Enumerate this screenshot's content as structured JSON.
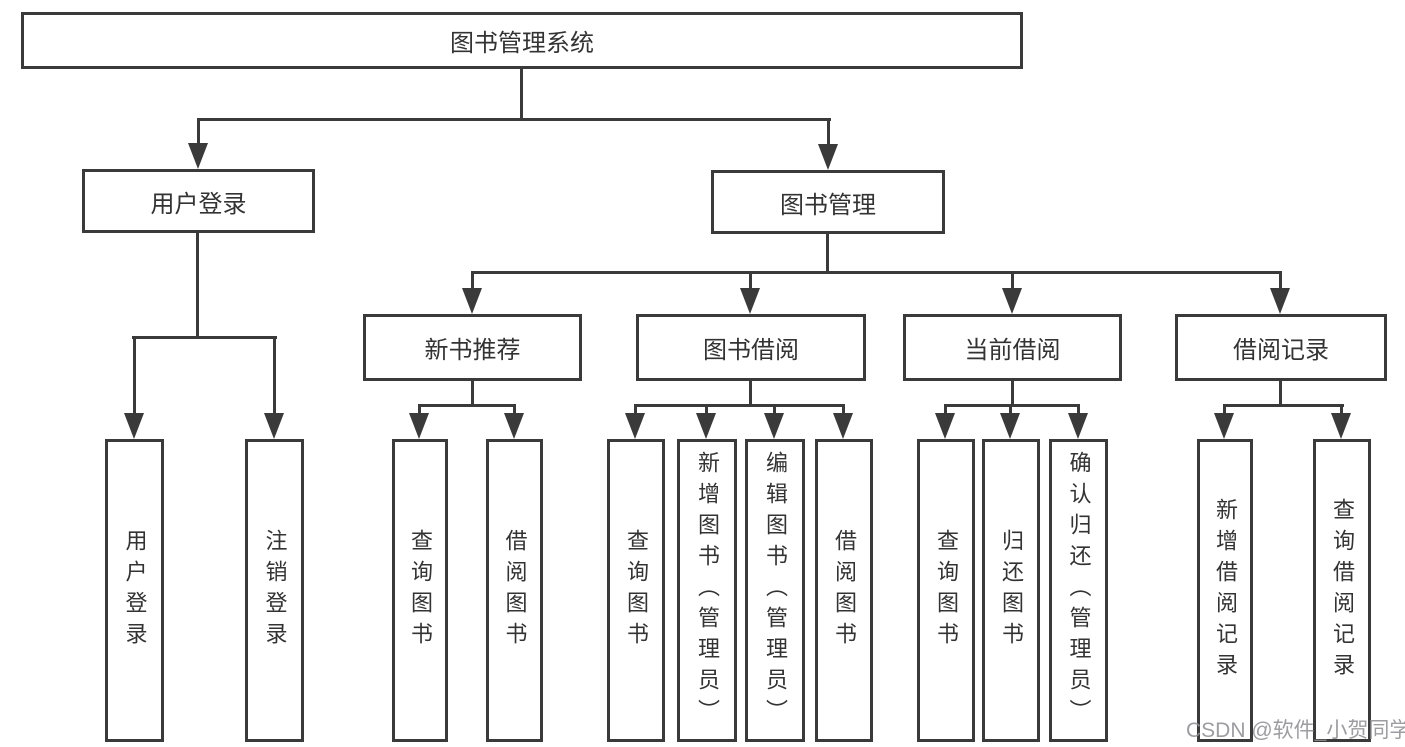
{
  "root": {
    "label": "图书管理系统"
  },
  "branches": [
    {
      "label": "用户登录",
      "leaves": [
        {
          "label": "用户登录"
        },
        {
          "label": "注销登录"
        }
      ]
    },
    {
      "label": "图书管理",
      "groups": [
        {
          "label": "新书推荐",
          "leaves": [
            {
              "label": "查询图书"
            },
            {
              "label": "借阅图书"
            }
          ]
        },
        {
          "label": "图书借阅",
          "leaves": [
            {
              "label": "查询图书"
            },
            {
              "label": "新增图书（管理员）"
            },
            {
              "label": "编辑图书（管理员）"
            },
            {
              "label": "借阅图书"
            }
          ]
        },
        {
          "label": "当前借阅",
          "leaves": [
            {
              "label": "查询图书"
            },
            {
              "label": "归还图书"
            },
            {
              "label": "确认归还（管理员）"
            }
          ]
        },
        {
          "label": "借阅记录",
          "leaves": [
            {
              "label": "新增借阅记录"
            },
            {
              "label": "查询借阅记录"
            }
          ]
        }
      ]
    }
  ],
  "watermark": {
    "text": "CSDN @软件_小贺同学"
  },
  "colors": {
    "line": "#3a3a3a",
    "text": "#333333",
    "background": "#ffffff",
    "watermark": "#909095"
  }
}
